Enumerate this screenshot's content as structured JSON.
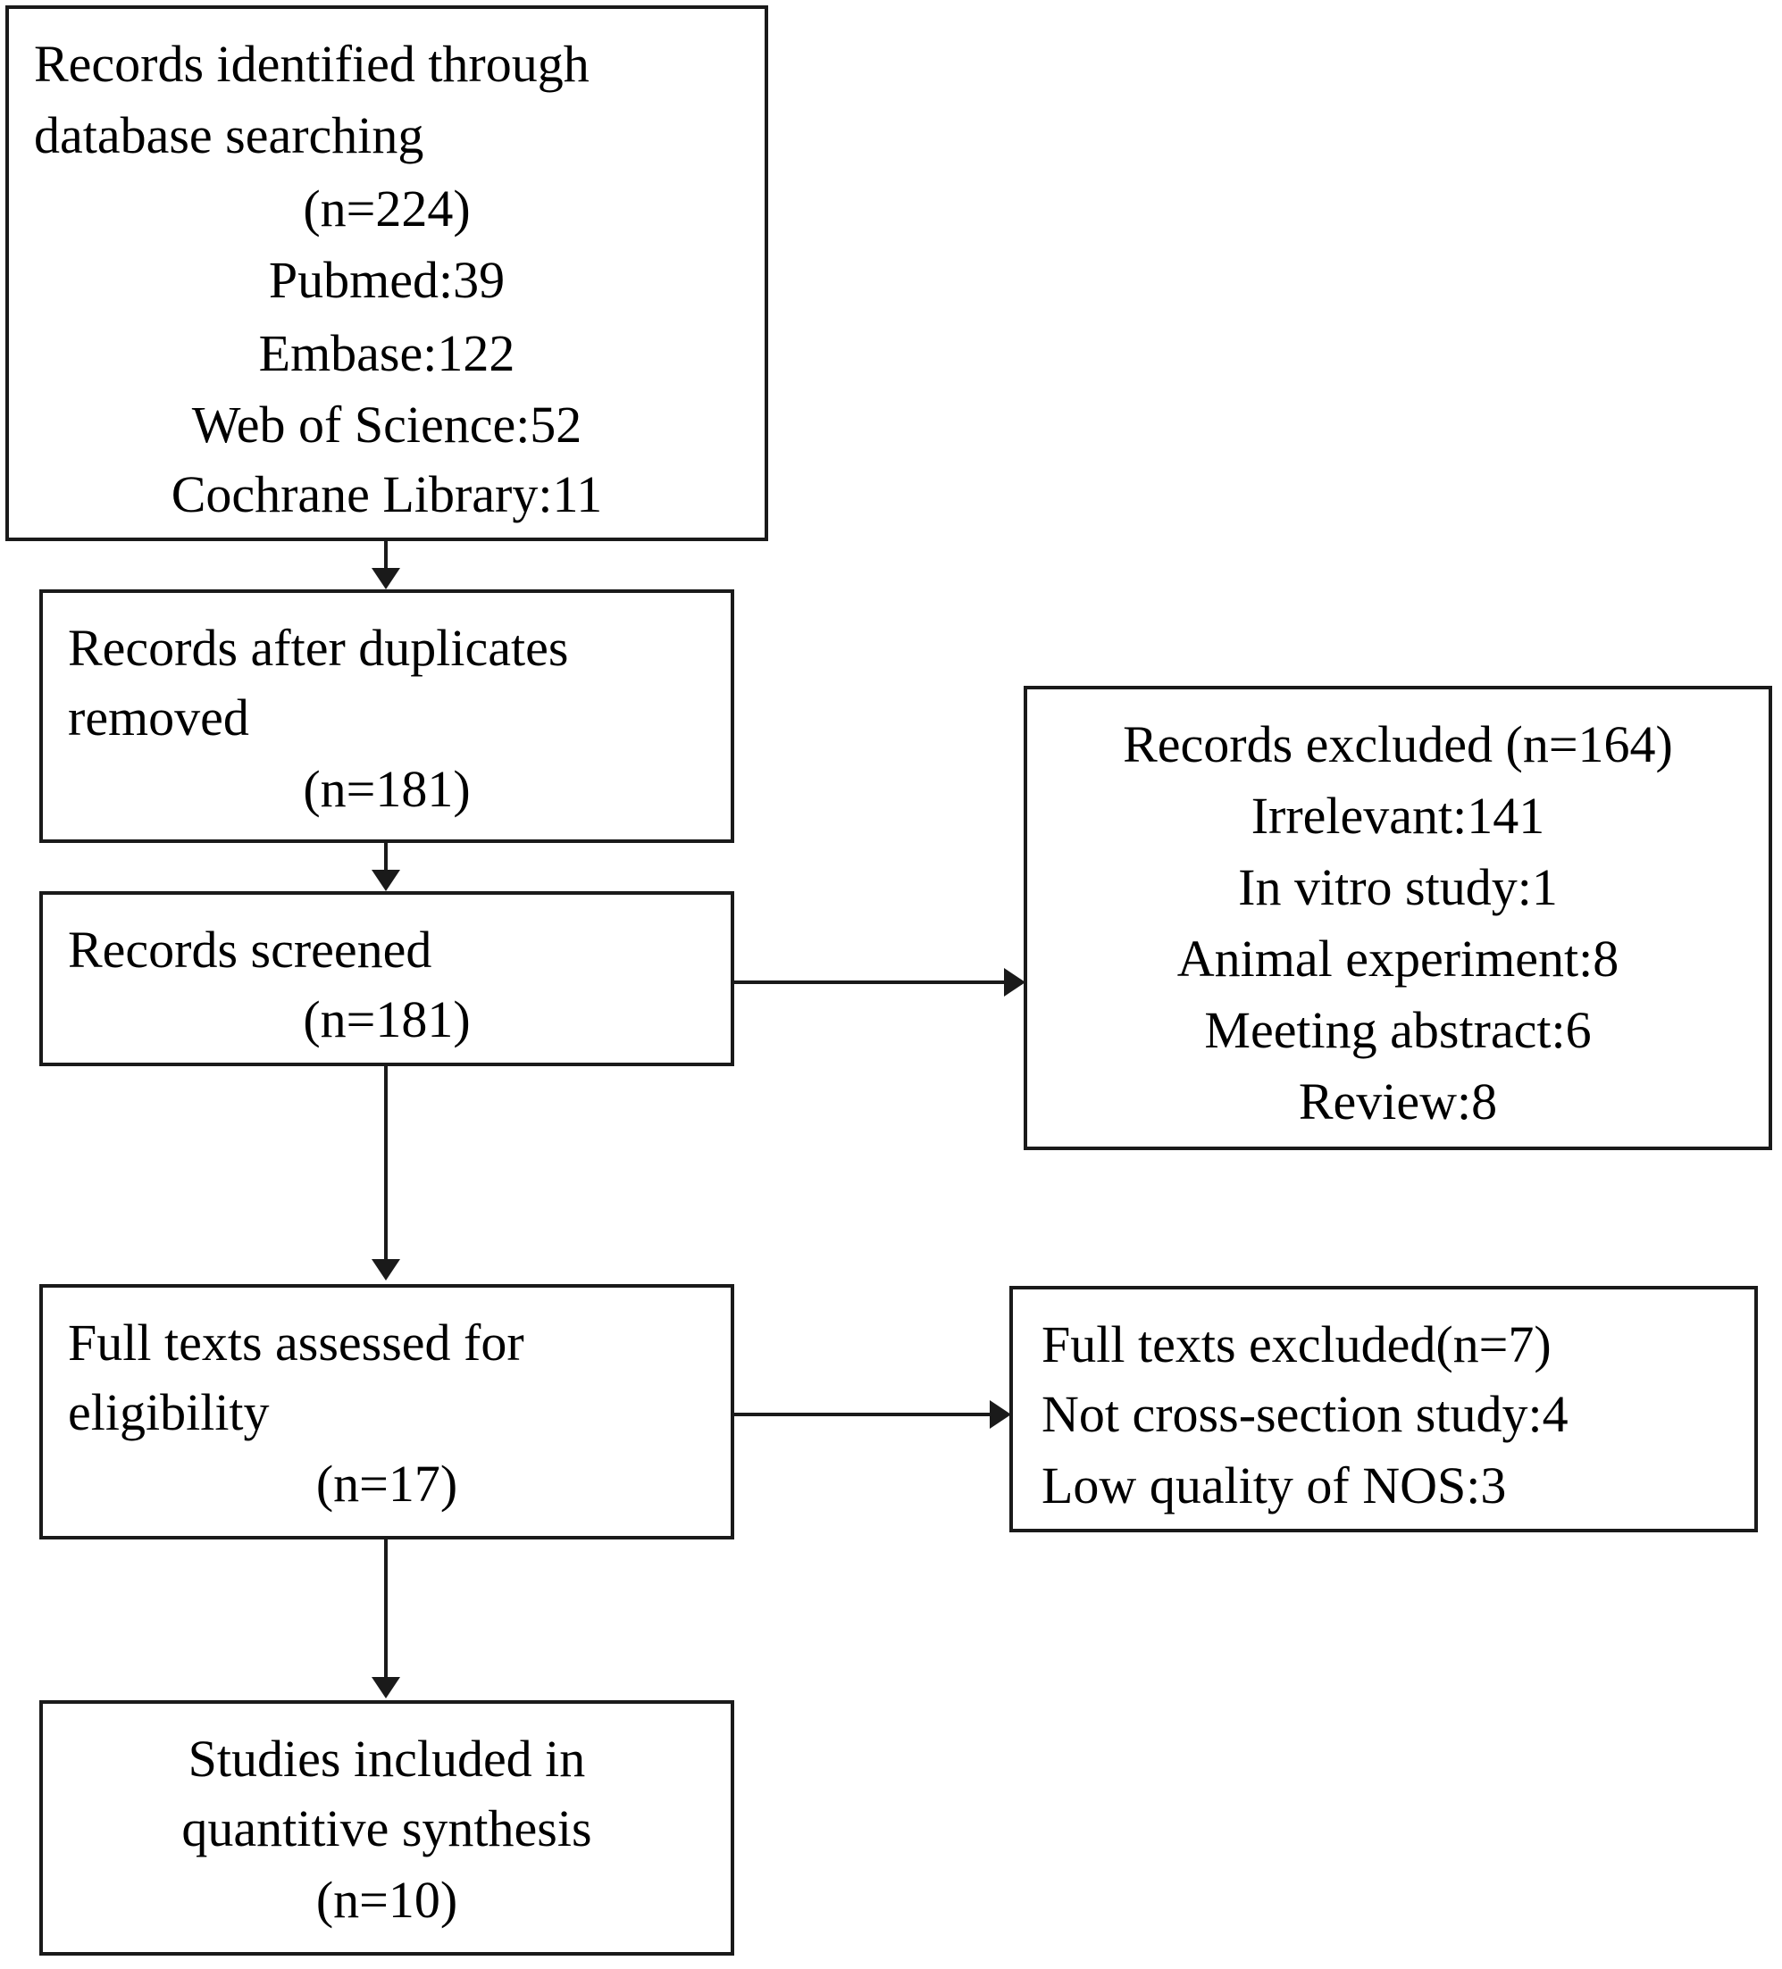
{
  "identification": {
    "line1": "Records identified through",
    "line2": "database searching",
    "total": "(n=224)",
    "sources": [
      "Pubmed:39",
      "Embase:122",
      "Web of Science:52",
      "Cochrane Library:11"
    ]
  },
  "duplicates_removed": {
    "line1": "Records after duplicates",
    "line2": "removed",
    "total": "(n=181)"
  },
  "screened": {
    "line1": "Records screened",
    "total": "(n=181)"
  },
  "records_excluded": {
    "title": "Records excluded (n=164)",
    "reasons": [
      "Irrelevant:141",
      "In vitro study:1",
      "Animal experiment:8",
      "Meeting abstract:6",
      "Review:8"
    ]
  },
  "eligibility": {
    "line1": "Full texts assessed for",
    "line2": "eligibility",
    "total": "(n=17)"
  },
  "fulltext_excluded": {
    "title": "Full texts excluded(n=7)",
    "reasons": [
      "Not cross-section study:4",
      "Low quality of NOS:3"
    ]
  },
  "included": {
    "line1": "Studies included in",
    "line2": "quantitive synthesis",
    "total": "(n=10)"
  },
  "colors": {
    "stroke": "#1a1a1a",
    "text": "#000000",
    "background": "#ffffff"
  }
}
